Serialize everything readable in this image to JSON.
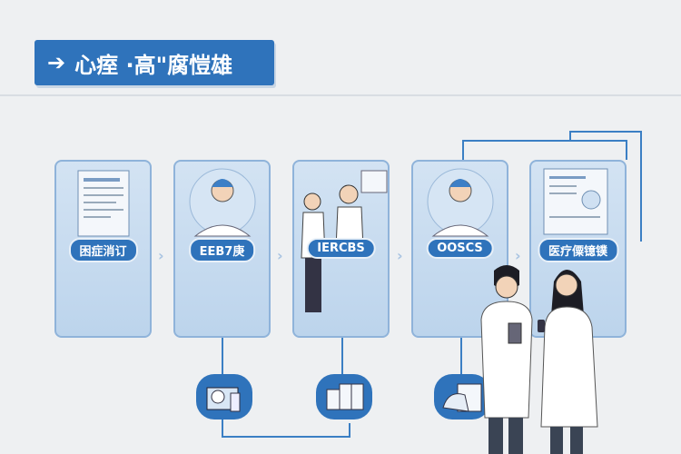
{
  "header": {
    "arrow_icon": "arrow-right-icon",
    "title": "心痓 ·高\"腐愷雄"
  },
  "steps": [
    {
      "label": "困症消订",
      "icon": "document-icon"
    },
    {
      "label": "EEB7庚",
      "icon": "doctor-icon"
    },
    {
      "label": "IERCBS",
      "icon": "consultation-icon"
    },
    {
      "label": "OOSCS",
      "icon": "doctor-icon"
    },
    {
      "label": "医疗僳镱镤",
      "icon": "report-icon"
    }
  ],
  "resources": [
    {
      "icon": "medicine-box-icon"
    },
    {
      "icon": "documents-icon"
    },
    {
      "icon": "records-icon"
    }
  ],
  "colors": {
    "accent": "#2f73bb",
    "card": "#c9dcf0",
    "background": "#eef0f2"
  }
}
